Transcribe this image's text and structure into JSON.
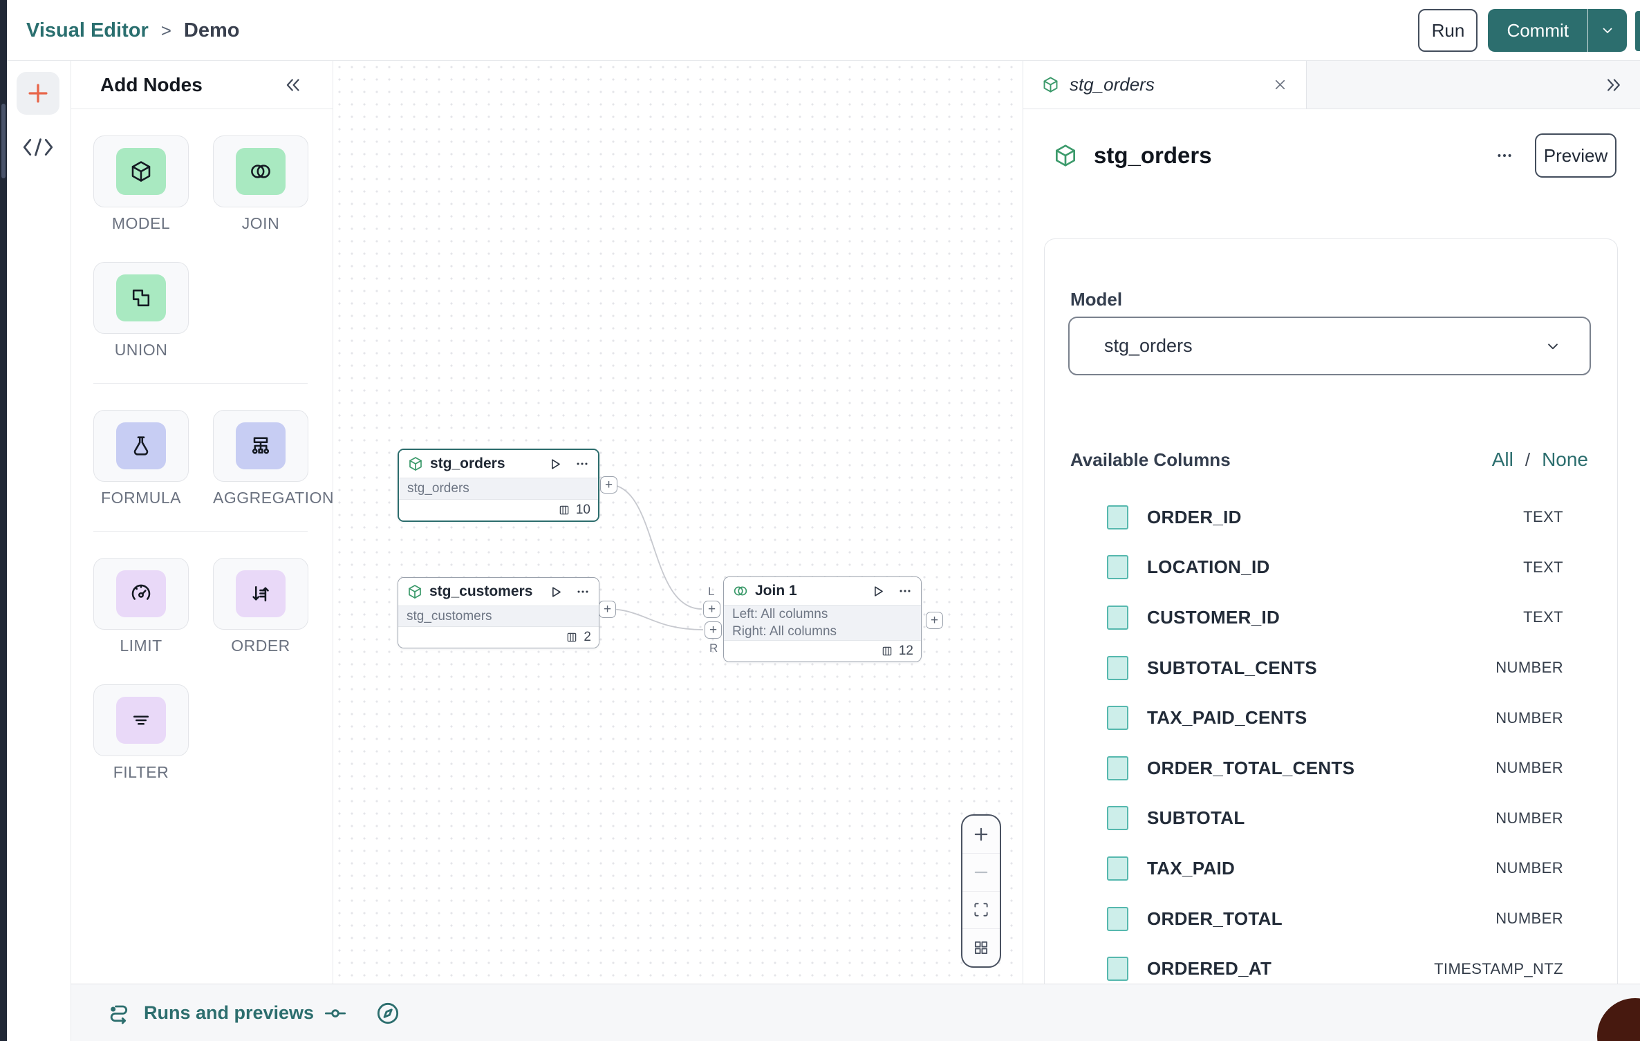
{
  "topbar": {
    "breadcrumb": {
      "root": "Visual Editor",
      "separator": ">",
      "current": "Demo"
    },
    "run_label": "Run",
    "commit_label": "Commit"
  },
  "left_rail": {
    "icons": [
      "add",
      "code"
    ]
  },
  "palette": {
    "title": "Add Nodes",
    "collapse_icon": "chevrons-left",
    "groups": [
      {
        "items": [
          {
            "label": "MODEL",
            "icon": "cube",
            "tint": "green"
          },
          {
            "label": "JOIN",
            "icon": "join",
            "tint": "green"
          },
          {
            "label": "UNION",
            "icon": "union",
            "tint": "green"
          }
        ]
      },
      {
        "items": [
          {
            "label": "FORMULA",
            "icon": "flask",
            "tint": "indigo"
          },
          {
            "label": "AGGREGATION",
            "icon": "aggregation",
            "tint": "indigo"
          }
        ]
      },
      {
        "items": [
          {
            "label": "LIMIT",
            "icon": "gauge",
            "tint": "purple"
          },
          {
            "label": "ORDER",
            "icon": "sort",
            "tint": "purple"
          },
          {
            "label": "FILTER",
            "icon": "filter-lines",
            "tint": "purple"
          }
        ]
      }
    ]
  },
  "canvas": {
    "nodes": [
      {
        "title": "stg_orders",
        "icon": "cube",
        "subtitle": "stg_orders",
        "column_count": "10",
        "selected": true
      },
      {
        "title": "stg_customers",
        "icon": "cube",
        "subtitle": "stg_customers",
        "column_count": "2",
        "selected": false
      },
      {
        "title": "Join 1",
        "icon": "join",
        "line1": "Left: All columns",
        "line2": "Right: All columns",
        "column_count": "12",
        "selected": false,
        "left_handle_label": "L",
        "right_handle_label": "R"
      }
    ],
    "zoom_controls": [
      {
        "name": "zoom-in",
        "icon": "plus"
      },
      {
        "name": "zoom-out",
        "icon": "minus"
      },
      {
        "name": "fit-view",
        "icon": "fit-view"
      },
      {
        "name": "layout-grid",
        "icon": "grid"
      }
    ]
  },
  "inspector": {
    "tab": {
      "title": "stg_orders",
      "icon": "cube"
    },
    "header": {
      "title": "stg_orders",
      "preview_label": "Preview"
    },
    "model_section": {
      "label": "Model",
      "selected_value": "stg_orders"
    },
    "columns_section": {
      "label": "Available Columns",
      "select_all_label": "All",
      "separator": "/",
      "select_none_label": "None",
      "columns": [
        {
          "name": "ORDER_ID",
          "type": "TEXT",
          "checked": true
        },
        {
          "name": "LOCATION_ID",
          "type": "TEXT",
          "checked": true
        },
        {
          "name": "CUSTOMER_ID",
          "type": "TEXT",
          "checked": true
        },
        {
          "name": "SUBTOTAL_CENTS",
          "type": "NUMBER",
          "checked": true
        },
        {
          "name": "TAX_PAID_CENTS",
          "type": "NUMBER",
          "checked": true
        },
        {
          "name": "ORDER_TOTAL_CENTS",
          "type": "NUMBER",
          "checked": true
        },
        {
          "name": "SUBTOTAL",
          "type": "NUMBER",
          "checked": true
        },
        {
          "name": "TAX_PAID",
          "type": "NUMBER",
          "checked": true
        },
        {
          "name": "ORDER_TOTAL",
          "type": "NUMBER",
          "checked": true
        },
        {
          "name": "ORDERED_AT",
          "type": "TIMESTAMP_NTZ",
          "checked": true
        }
      ]
    }
  },
  "statusbar": {
    "runs_label": "Runs and previews",
    "icons": [
      "runs-route",
      "slider",
      "compass"
    ]
  },
  "colors": {
    "accent_teal": "#2C6E6E",
    "orange": "#E8664A",
    "green_tile": "#A9E9C1",
    "indigo_tile": "#C7CDF3",
    "purple_tile": "#E9D9F8",
    "checkbox_border": "#56B8AE",
    "checkbox_fill": "#CDEEEA"
  }
}
